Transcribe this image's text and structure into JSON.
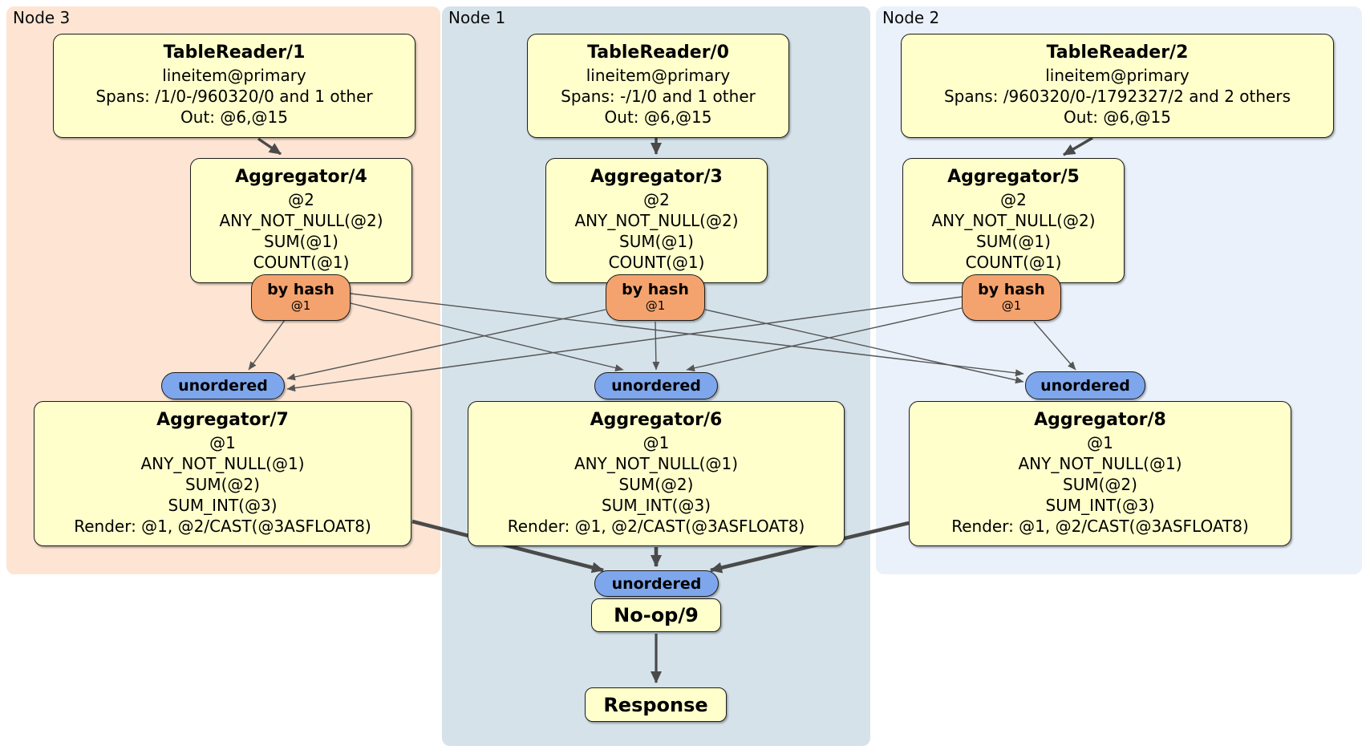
{
  "regions": {
    "node3": {
      "label": "Node 3"
    },
    "node1": {
      "label": "Node 1"
    },
    "node2": {
      "label": "Node 2"
    }
  },
  "processors": {
    "tablereader1": {
      "title": "TableReader/1",
      "lines": [
        "lineitem@primary",
        "Spans: /1/0-/960320/0 and 1 other",
        "Out: @6,@15"
      ]
    },
    "tablereader0": {
      "title": "TableReader/0",
      "lines": [
        "lineitem@primary",
        "Spans: -/1/0 and 1 other",
        "Out: @6,@15"
      ]
    },
    "tablereader2": {
      "title": "TableReader/2",
      "lines": [
        "lineitem@primary",
        "Spans: /960320/0-/1792327/2 and 2 others",
        "Out: @6,@15"
      ]
    },
    "aggregator4": {
      "title": "Aggregator/4",
      "lines": [
        "@2",
        "ANY_NOT_NULL(@2)",
        "SUM(@1)",
        "COUNT(@1)"
      ]
    },
    "aggregator3": {
      "title": "Aggregator/3",
      "lines": [
        "@2",
        "ANY_NOT_NULL(@2)",
        "SUM(@1)",
        "COUNT(@1)"
      ]
    },
    "aggregator5": {
      "title": "Aggregator/5",
      "lines": [
        "@2",
        "ANY_NOT_NULL(@2)",
        "SUM(@1)",
        "COUNT(@1)"
      ]
    },
    "aggregator7": {
      "title": "Aggregator/7",
      "lines": [
        "@1",
        "ANY_NOT_NULL(@1)",
        "SUM(@2)",
        "SUM_INT(@3)",
        "Render: @1, @2/CAST(@3ASFLOAT8)"
      ]
    },
    "aggregator6": {
      "title": "Aggregator/6",
      "lines": [
        "@1",
        "ANY_NOT_NULL(@1)",
        "SUM(@2)",
        "SUM_INT(@3)",
        "Render: @1, @2/CAST(@3ASFLOAT8)"
      ]
    },
    "aggregator8": {
      "title": "Aggregator/8",
      "lines": [
        "@1",
        "ANY_NOT_NULL(@1)",
        "SUM(@2)",
        "SUM_INT(@3)",
        "Render: @1, @2/CAST(@3ASFLOAT8)"
      ]
    },
    "noop9": {
      "title": "No-op/9"
    },
    "response": {
      "title": "Response"
    }
  },
  "router": {
    "label": "by hash",
    "detail": "@1"
  },
  "sync": {
    "label": "unordered"
  },
  "colors": {
    "node3_bg": "#fde4d3",
    "node1_bg": "#d5e2ea",
    "node2_bg": "#eaf1fa",
    "box_fill": "#ffffcc",
    "router_fill": "#f5a36e",
    "sync_fill": "#7ea6ec",
    "edge": "#4a4a4a"
  }
}
